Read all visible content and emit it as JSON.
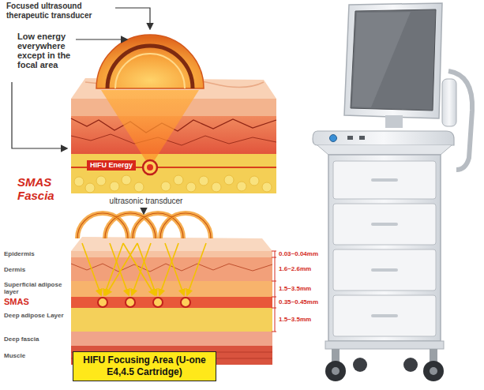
{
  "diagram": {
    "nodes": [
      {
        "text": [
          "HIFU Energy"
        ]
      },
      {
        "text": [
          "HIFU Focusing Area (U-one E4,4.5 Cartridge)"
        ]
      }
    ],
    "labels": [
      "Focused ultrasound therapeutic transducer",
      "Low energy everywhere except in the focal area",
      "SMAS Fascia",
      "ultrasonic transducer",
      "Epidermis",
      "Dermis",
      "Superficial adipose layer",
      "SMAS",
      "Deep adipose Layer",
      "Deep fascia",
      "Muscle",
      "0.03~0.04mm",
      "1.6~2.6mm",
      "1.5~3.5mm",
      "0.35~0.45mm",
      "1.5~3.5mm"
    ]
  }
}
